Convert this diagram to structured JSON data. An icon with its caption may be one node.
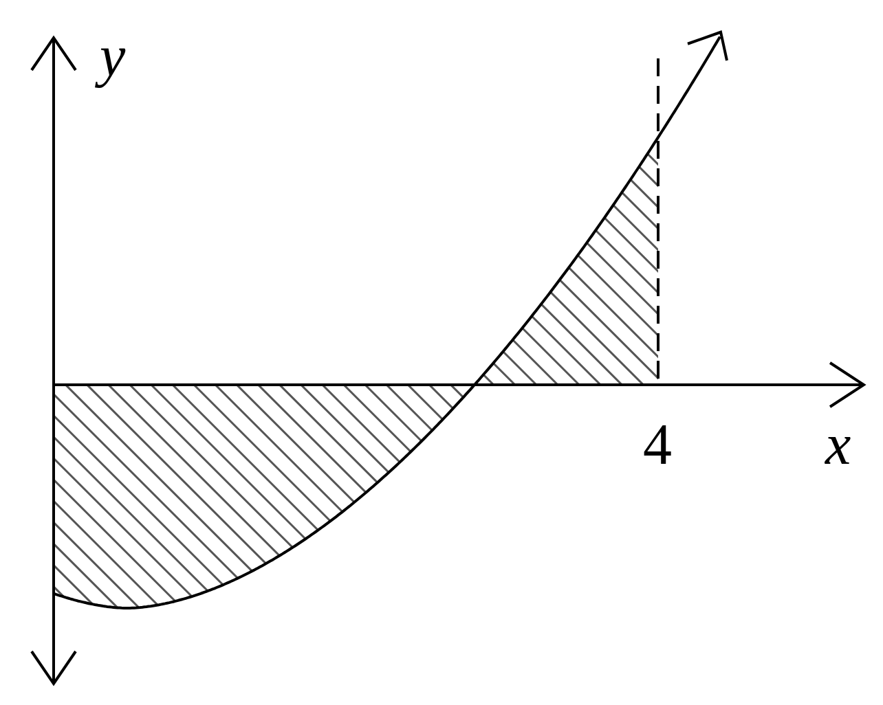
{
  "diagram": {
    "labels": [
      "y",
      "4",
      "x"
    ]
  }
}
